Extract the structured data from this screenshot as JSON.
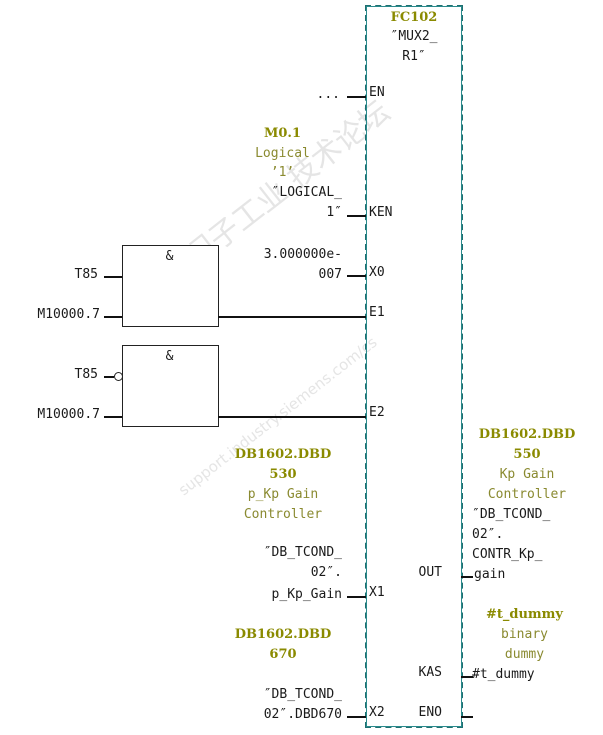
{
  "block": {
    "name": "FC102",
    "symbol_line1": "″MUX2_",
    "symbol_line2": "R1″",
    "pins_in": [
      "EN",
      "KEN",
      "X0",
      "E1",
      "E2",
      "X1",
      "X2"
    ],
    "pins_out": [
      "OUT",
      "KAS",
      "ENO"
    ]
  },
  "en_input": "...",
  "ken_input": {
    "address": "M0.1",
    "comment_line1": "Logical",
    "comment_line2": "’1’",
    "symbol_line1": "″LOGICAL_",
    "symbol_line2": "1″"
  },
  "x0_input": {
    "line1": "3.000000e-",
    "line2": "007"
  },
  "gate1": {
    "label": "&",
    "in1": "T85",
    "in2": "M10000.7"
  },
  "gate2": {
    "label": "&",
    "in1": "T85",
    "in1_negated": true,
    "in2": "M10000.7"
  },
  "x1_input": {
    "address_line1": "DB1602.DBD",
    "address_line2": "530",
    "comment_line1": "p_Kp Gain",
    "comment_line2": "Controller",
    "symbol_line1": "″DB_TCOND_",
    "symbol_line2": "02″.",
    "symbol_line3": "p_Kp_Gain"
  },
  "x2_input": {
    "address_line1": "DB1602.DBD",
    "address_line2": "670",
    "symbol_line1": "″DB_TCOND_",
    "symbol_line2": "02″.DBD670"
  },
  "out_output": {
    "address_line1": "DB1602.DBD",
    "address_line2": "550",
    "comment_line1": "Kp Gain",
    "comment_line2": "Controller",
    "symbol_line1": "″DB_TCOND_",
    "symbol_line2": "02″.",
    "symbol_line3": "CONTR_Kp_",
    "symbol_line4": "gain"
  },
  "kas_output": {
    "symbol": "#t_dummy",
    "comment_line1": "binary",
    "comment_line2": "dummy",
    "value": "#t_dummy"
  },
  "watermark": {
    "line1": "西门子工业 技术论坛",
    "line2": "support.industry.siemens.com/cs"
  },
  "colors": {
    "block_border": "#1f6f70",
    "symbol_text": "#8a8a00",
    "comment_text": "#8a8a30"
  }
}
